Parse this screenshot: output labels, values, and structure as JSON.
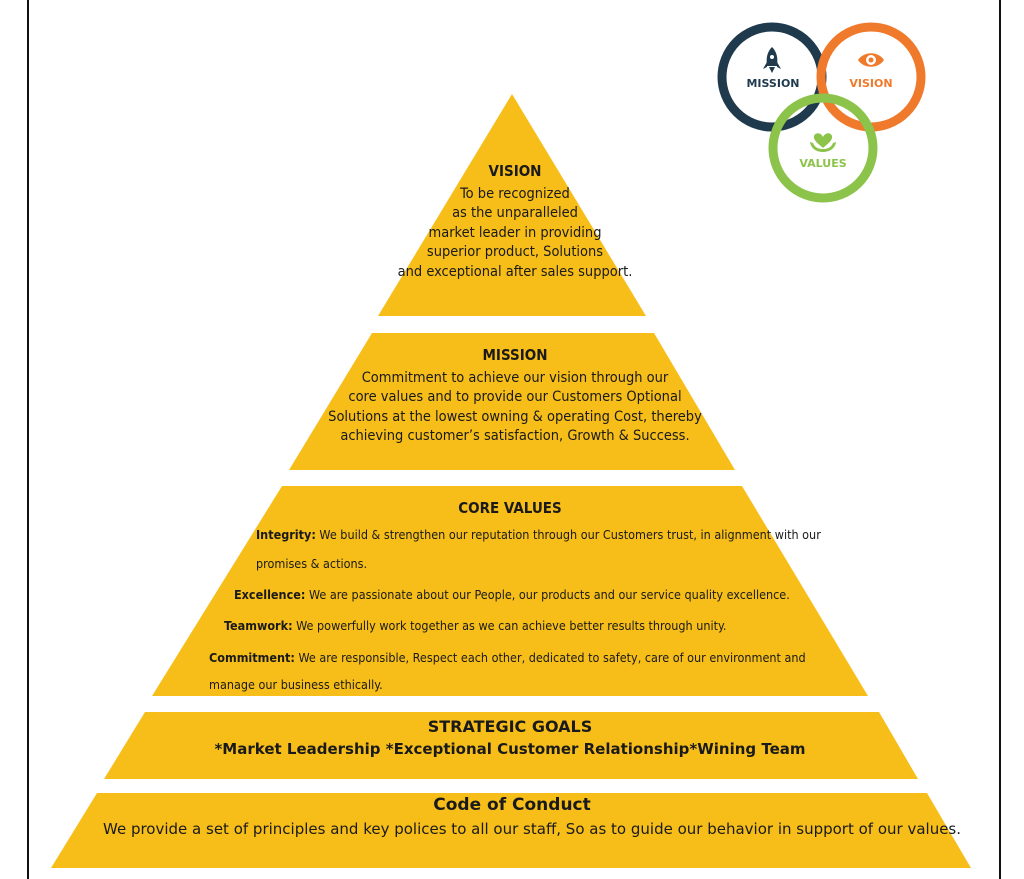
{
  "logo": {
    "mission_label": "MISSION",
    "vision_label": "VISION",
    "values_label": "VALUES",
    "colors": {
      "mission": "#1f3a4d",
      "vision": "#f07a2c",
      "values": "#8cc34a"
    }
  },
  "colors": {
    "tier_fill": "#f7be1a",
    "text": "#1a1a1a"
  },
  "pyramid": {
    "vision": {
      "title": "VISION",
      "lines": [
        "To be recognized",
        "as the unparalleled",
        "market leader in providing",
        "superior product, Solutions",
        "and exceptional after sales support."
      ]
    },
    "mission": {
      "title": "MISSION",
      "lines": [
        "Commitment to achieve our vision through our",
        "core values and to provide our Customers Optional",
        "Solutions at the lowest owning & operating Cost, thereby",
        "achieving customer’s satisfaction, Growth & Success."
      ]
    },
    "core_values": {
      "title": "CORE VALUES",
      "integrity_label": "Integrity:",
      "integrity_text": " We build & strengthen our reputation through our Customers trust, in alignment with our",
      "integrity_text_2": "promises & actions.",
      "excellence_label": "Excellence:",
      "excellence_text": " We are passionate about our People, our products and our service quality excellence.",
      "teamwork_label": "Teamwork:",
      "teamwork_text": " We powerfully work together as we can achieve better results through unity.",
      "commitment_label": "Commitment:",
      "commitment_text": " We are responsible, Respect each other, dedicated to safety, care of our environment and",
      "commitment_text_2": "manage our business ethically."
    },
    "strategic_goals": {
      "title": "STRATEGIC GOALS",
      "text": "*Market Leadership *Exceptional Customer Relationship*Wining Team"
    },
    "code_of_conduct": {
      "title": "Code of Conduct",
      "text": "We provide a set of principles and key polices to all our staff, So as to guide our behavior in support of our values."
    }
  }
}
